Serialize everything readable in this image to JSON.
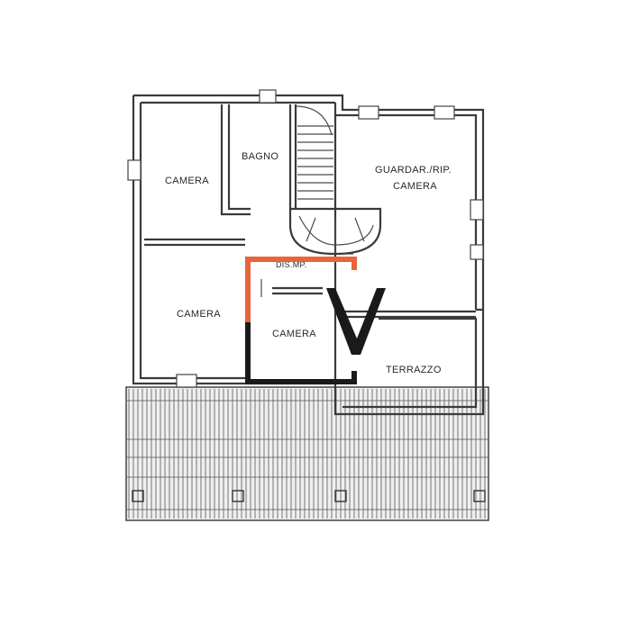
{
  "rooms": {
    "camera_nw": "CAMERA",
    "bagno": "BAGNO",
    "guardaroba_line1": "GUARDAR./RIP.",
    "guardaroba_line2": "CAMERA",
    "disimpegno": "DIS.MP.",
    "camera_sw": "CAMERA",
    "camera_center": "CAMERA",
    "terrazzo": "TERRAZZO"
  },
  "logo": {
    "letter": "V",
    "colors": {
      "accent": "#e8643a",
      "dark": "#1a1a1a"
    }
  },
  "colors": {
    "walls": "#3a3a3a",
    "roof_hatch": "#555555",
    "background": "#ffffff"
  }
}
